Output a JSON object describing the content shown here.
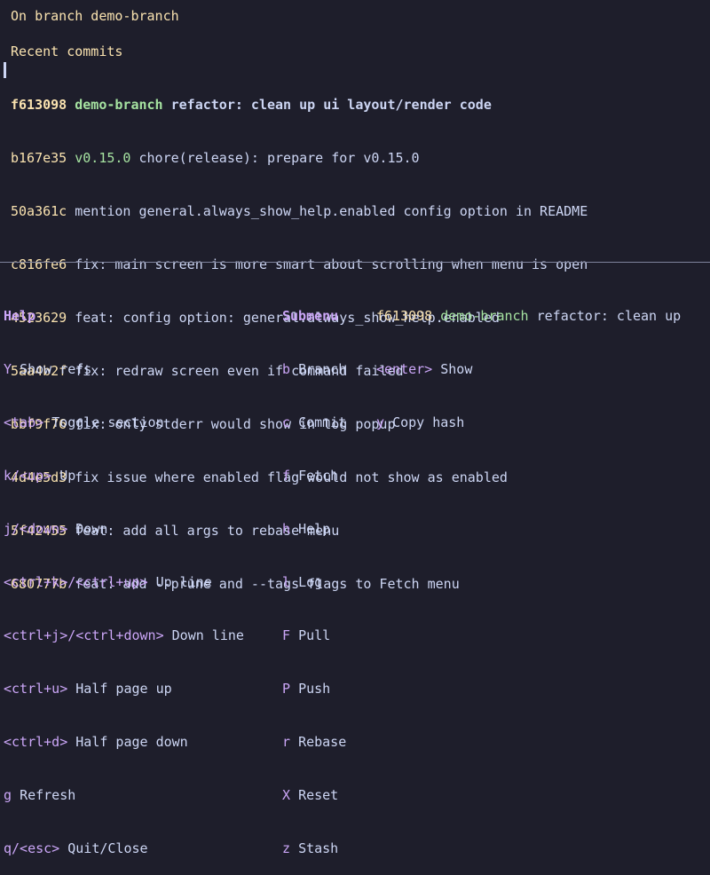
{
  "branch_status": "On branch demo-branch",
  "recent_commits": {
    "heading": "Recent commits",
    "items": [
      {
        "hash": "f613098",
        "ref": "demo-branch",
        "message": "refactor: clean up ui layout/render code"
      },
      {
        "hash": "b167e35",
        "ref": "v0.15.0",
        "message": "chore(release): prepare for v0.15.0"
      },
      {
        "hash": "50a361c",
        "ref": "",
        "message": "mention general.always_show_help.enabled config option in README"
      },
      {
        "hash": "c816fe6",
        "ref": "",
        "message": "fix: main screen is more smart about scrolling when menu is open"
      },
      {
        "hash": "4523629",
        "ref": "",
        "message": "feat: config option: general.always_show_help.enabled"
      },
      {
        "hash": "5aa4b2f",
        "ref": "",
        "message": "fix: redraw screen even if command failed"
      },
      {
        "hash": "bbf9f76",
        "ref": "",
        "message": "fix: only stderr would show in log popup"
      },
      {
        "hash": "4d4e5d3",
        "ref": "",
        "message": "fix issue where enabled flag would not show as enabled"
      },
      {
        "hash": "5f42455",
        "ref": "",
        "message": "feat: add all args to rebase menu"
      },
      {
        "hash": "680777b",
        "ref": "",
        "message": "feat: add --prune and --tags flags to Fetch menu"
      }
    ]
  },
  "help": {
    "heading": "Help",
    "items": [
      {
        "key": "Y",
        "label": "Show refs"
      },
      {
        "key": "<tab>",
        "label": "Toggle section"
      },
      {
        "key": "k/<up>",
        "label": "Up"
      },
      {
        "key": "j/<down>",
        "label": "Down"
      },
      {
        "key": "<ctrl+k>/<ctrl+up>",
        "label": "Up line"
      },
      {
        "key": "<ctrl+j>/<ctrl+down>",
        "label": "Down line"
      },
      {
        "key": "<ctrl+u>",
        "label": "Half page up"
      },
      {
        "key": "<ctrl+d>",
        "label": "Half page down"
      },
      {
        "key": "g",
        "label": "Refresh"
      },
      {
        "key": "q/<esc>",
        "label": "Quit/Close"
      }
    ]
  },
  "submenu": {
    "heading": "Submenu",
    "items": [
      {
        "key": "b",
        "label": "Branch"
      },
      {
        "key": "c",
        "label": "Commit"
      },
      {
        "key": "f",
        "label": "Fetch"
      },
      {
        "key": "h",
        "label": "Help"
      },
      {
        "key": "l",
        "label": "Log"
      },
      {
        "key": "F",
        "label": "Pull"
      },
      {
        "key": "P",
        "label": "Push"
      },
      {
        "key": "r",
        "label": "Rebase"
      },
      {
        "key": "X",
        "label": "Reset"
      },
      {
        "key": "z",
        "label": "Stash"
      }
    ]
  },
  "context": {
    "hash": "f613098",
    "ref": "demo-branch",
    "message": "refactor: clean up",
    "items": [
      {
        "key": "<enter>",
        "label": "Show"
      },
      {
        "key": "y",
        "label": "Copy hash"
      }
    ]
  },
  "colors": {
    "background": "#1e1e2b",
    "text": "#cdd6f4",
    "heading": "#f9e2af",
    "hash": "#f9e2af",
    "branch": "#a6e3a1",
    "key": "#cba6f7"
  }
}
